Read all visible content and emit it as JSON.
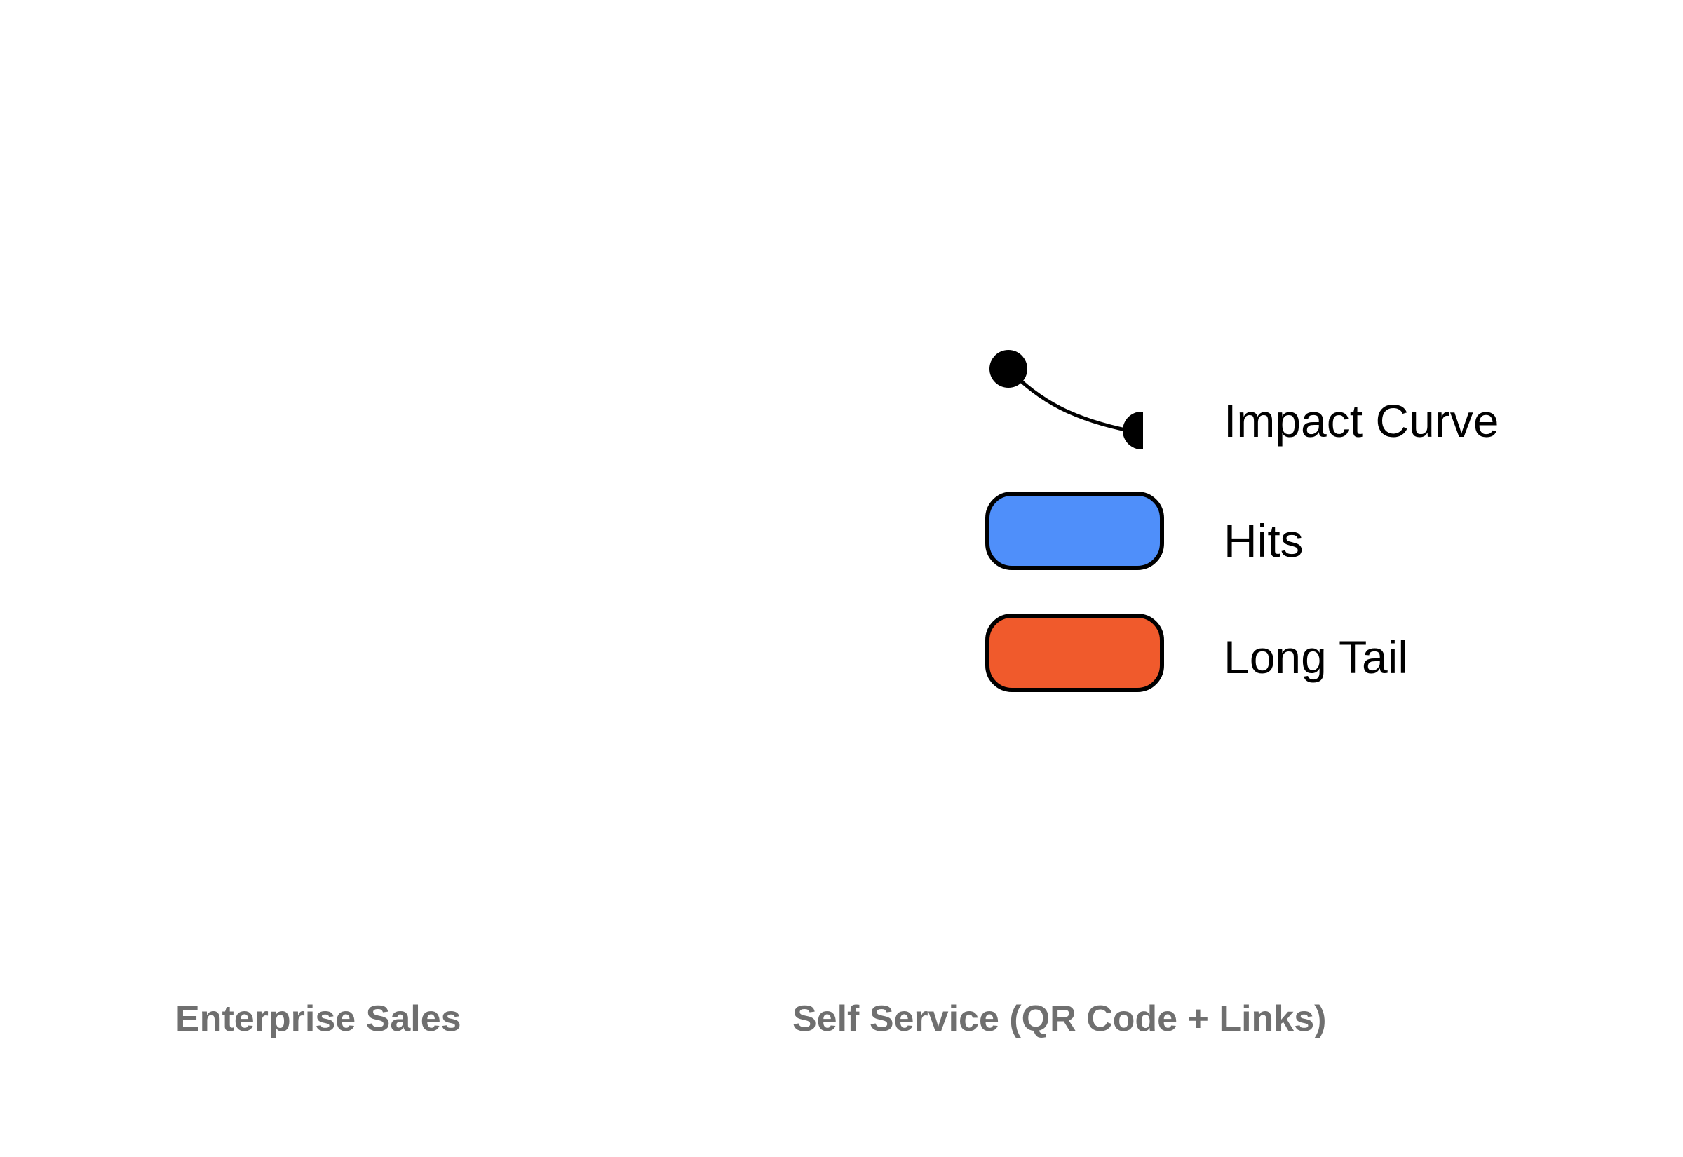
{
  "legend": {
    "items": [
      {
        "label": "Impact Curve",
        "kind": "curve",
        "color": "#000000"
      },
      {
        "label": "Hits",
        "kind": "swatch",
        "color": "#4f8ffa"
      },
      {
        "label": "Long Tail",
        "kind": "swatch",
        "color": "#f05a2c"
      }
    ]
  },
  "captions": {
    "left": "Enterprise Sales",
    "right": "Self Service (QR Code + Links)"
  }
}
